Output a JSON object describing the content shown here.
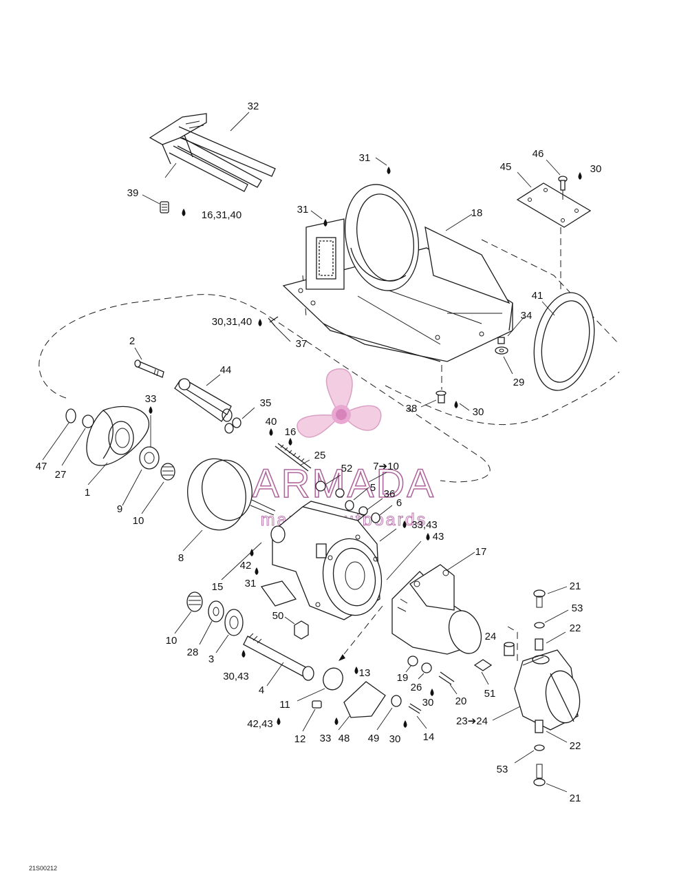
{
  "diagram": {
    "drawing_code": "21S00212",
    "watermark": {
      "brand": "ARMADA",
      "tagline": "marine outboards",
      "color": "#a14b8d"
    },
    "callouts": [
      {
        "id": "c32",
        "text": "32"
      },
      {
        "id": "c31a",
        "text": "31"
      },
      {
        "id": "c46",
        "text": "46"
      },
      {
        "id": "c45",
        "text": "45"
      },
      {
        "id": "c30a",
        "text": "30"
      },
      {
        "id": "c39",
        "text": "39"
      },
      {
        "id": "c163140",
        "text": "16,31,40"
      },
      {
        "id": "c31b",
        "text": "31"
      },
      {
        "id": "c18",
        "text": "18"
      },
      {
        "id": "c41",
        "text": "41"
      },
      {
        "id": "c34",
        "text": "34"
      },
      {
        "id": "c303140",
        "text": "30,31,40"
      },
      {
        "id": "c37",
        "text": "37"
      },
      {
        "id": "c29",
        "text": "29"
      },
      {
        "id": "c2",
        "text": "2"
      },
      {
        "id": "c44",
        "text": "44"
      },
      {
        "id": "c38",
        "text": "38"
      },
      {
        "id": "c30b",
        "text": "30"
      },
      {
        "id": "c33a",
        "text": "33"
      },
      {
        "id": "c35",
        "text": "35"
      },
      {
        "id": "c40",
        "text": "40"
      },
      {
        "id": "c16",
        "text": "16"
      },
      {
        "id": "c25",
        "text": "25"
      },
      {
        "id": "c47",
        "text": "47"
      },
      {
        "id": "c27",
        "text": "27"
      },
      {
        "id": "c1",
        "text": "1"
      },
      {
        "id": "c9",
        "text": "9"
      },
      {
        "id": "c10a",
        "text": "10"
      },
      {
        "id": "c8",
        "text": "8"
      },
      {
        "id": "c710",
        "text": "7➔10"
      },
      {
        "id": "c52",
        "text": "52"
      },
      {
        "id": "c5",
        "text": "5"
      },
      {
        "id": "c36",
        "text": "36"
      },
      {
        "id": "c6",
        "text": "6"
      },
      {
        "id": "c3343a",
        "text": "33,43"
      },
      {
        "id": "c43",
        "text": "43"
      },
      {
        "id": "c17",
        "text": "17"
      },
      {
        "id": "c42a",
        "text": "42"
      },
      {
        "id": "c31c",
        "text": "31"
      },
      {
        "id": "c15",
        "text": "15"
      },
      {
        "id": "c21a",
        "text": "21"
      },
      {
        "id": "c53a",
        "text": "53"
      },
      {
        "id": "c22a",
        "text": "22"
      },
      {
        "id": "c50",
        "text": "50"
      },
      {
        "id": "c24",
        "text": "24"
      },
      {
        "id": "c10b",
        "text": "10"
      },
      {
        "id": "c28",
        "text": "28"
      },
      {
        "id": "c3",
        "text": "3"
      },
      {
        "id": "c3043",
        "text": "30,43"
      },
      {
        "id": "c13",
        "text": "13"
      },
      {
        "id": "c19",
        "text": "19"
      },
      {
        "id": "c26",
        "text": "26"
      },
      {
        "id": "c51",
        "text": "51"
      },
      {
        "id": "c4",
        "text": "4"
      },
      {
        "id": "c30c",
        "text": "30"
      },
      {
        "id": "c20",
        "text": "20"
      },
      {
        "id": "c11",
        "text": "11"
      },
      {
        "id": "c2324",
        "text": "23➔24"
      },
      {
        "id": "c4243",
        "text": "42,43"
      },
      {
        "id": "c12",
        "text": "12"
      },
      {
        "id": "c33b",
        "text": "33"
      },
      {
        "id": "c48",
        "text": "48"
      },
      {
        "id": "c49",
        "text": "49"
      },
      {
        "id": "c30d",
        "text": "30"
      },
      {
        "id": "c14",
        "text": "14"
      },
      {
        "id": "c22b",
        "text": "22"
      },
      {
        "id": "c53b",
        "text": "53"
      },
      {
        "id": "c21b",
        "text": "21"
      }
    ]
  }
}
